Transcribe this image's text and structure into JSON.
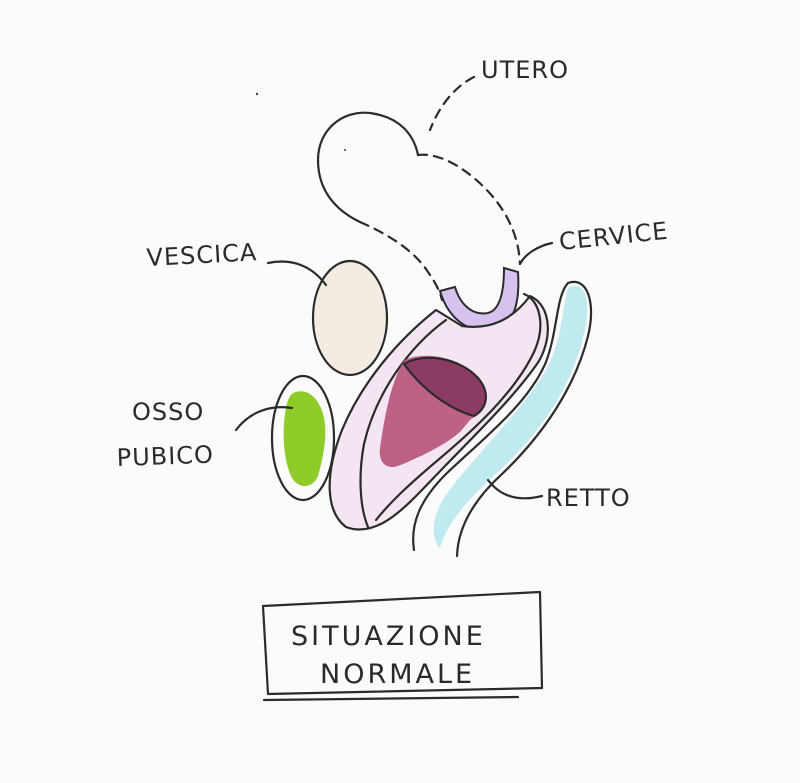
{
  "labels": {
    "utero": "UTERO",
    "cervice": "CERVICE",
    "vescica": "VESCICA",
    "osso_line1": "OSSO",
    "osso_line2": "PUBICO",
    "retto": "RETTO"
  },
  "title": {
    "line1": "SITUAZIONE",
    "line2": "NORMALE"
  },
  "colors": {
    "ink": "#2b2b2b",
    "bladder": "#f4ebe3",
    "pubic_bone": "#8fcc2a",
    "cervix": "#d6c2ee",
    "vagina_outer": "#f3e6f2",
    "vagina_inner": "#b34a73",
    "rectum": "#bfeaf0"
  }
}
